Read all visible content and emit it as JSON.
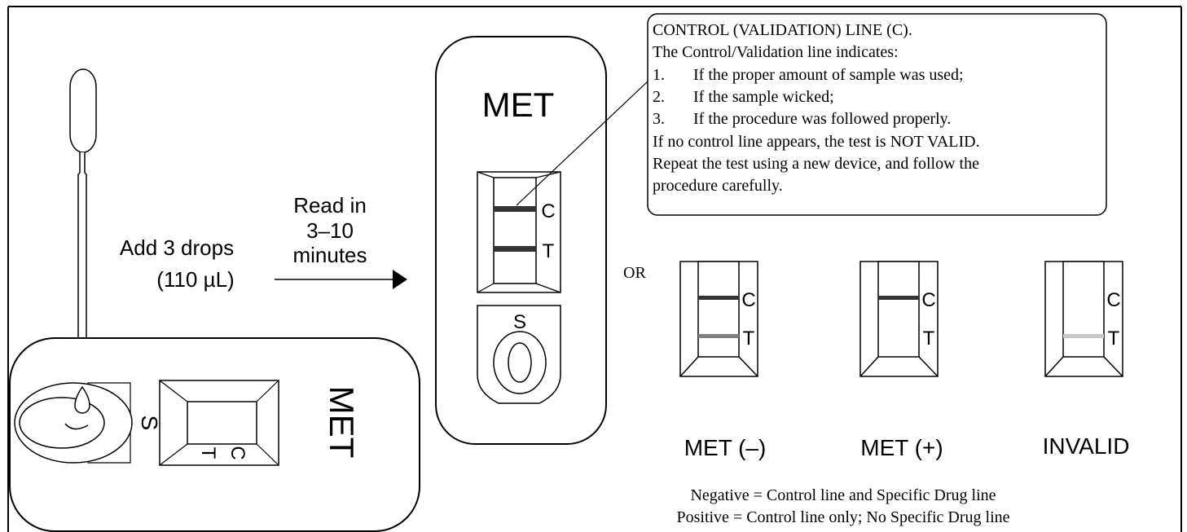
{
  "instructions": {
    "add_drops_line1": "Add 3 drops",
    "add_drops_line2": "(110 µL)",
    "read_line1": "Read in",
    "read_line2": "3–10",
    "read_line3": "minutes",
    "or_label": "OR"
  },
  "device_horizontal": {
    "name": "MET",
    "sample_label": "S",
    "control_label": "C",
    "test_label": "T"
  },
  "device_vertical": {
    "name": "MET",
    "sample_label": "S",
    "control_label": "C",
    "test_label": "T"
  },
  "callout": {
    "title": "CONTROL (VALIDATION) LINE (C).",
    "intro": "The Control/Validation line indicates:",
    "items": [
      {
        "num": "1.",
        "text": "If the proper amount of sample was used;"
      },
      {
        "num": "2.",
        "text": "If the sample wicked;"
      },
      {
        "num": "3.",
        "text": "If the procedure was followed properly."
      }
    ],
    "warning": "If no control line appears, the test is NOT VALID.",
    "repeat_line1": "Repeat the test using a new device, and follow the",
    "repeat_line2": "procedure carefully."
  },
  "results": [
    {
      "label": "MET (–)",
      "control_label": "C",
      "test_label": "T",
      "control_line": "dark",
      "test_line": "medium"
    },
    {
      "label": "MET (+)",
      "control_label": "C",
      "test_label": "T",
      "control_line": "dark",
      "test_line": "none"
    },
    {
      "label": "INVALID",
      "control_label": "C",
      "test_label": "T",
      "control_line": "none",
      "test_line": "light"
    }
  ],
  "legend": {
    "negative": "Negative = Control line and Specific Drug line",
    "positive": "Positive = Control line only; No Specific Drug line"
  },
  "colors": {
    "line": "#000000",
    "band_dark": "#333333",
    "band_medium": "#808080",
    "band_light": "#c8c8c8",
    "background": "#ffffff"
  }
}
